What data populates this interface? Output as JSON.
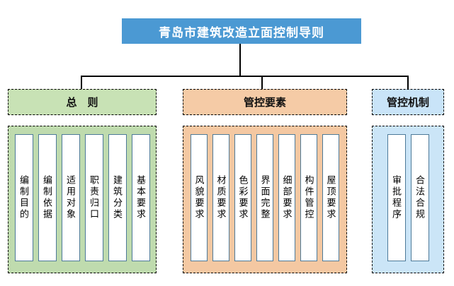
{
  "title": "青岛市建筑改造立面控制导则",
  "colors": {
    "title_bg": "#4B99D3",
    "title_text": "#FFFFFF",
    "general_header_fill": "#C8E2B5",
    "general_panel_fill": "#BFDBAE",
    "elements_header_fill": "#F5CBA6",
    "elements_panel_fill": "#F4C8A2",
    "mechanism_header_fill": "#C9E4F8",
    "mechanism_panel_fill": "#CBE5F7",
    "item_box_border": "#4D7A99",
    "connector_line": "#000000",
    "dashed_border": "#000000"
  },
  "groups": [
    {
      "header": "总　则",
      "items": [
        "编制目的",
        "编制依据",
        "适用对象",
        "职责归口",
        "建筑分类",
        "基本要求"
      ]
    },
    {
      "header": "管控要素",
      "items": [
        "风貌要求",
        "材质要求",
        "色彩要求",
        "界面完整",
        "细部要求",
        "构件管控",
        "屋顶要求"
      ]
    },
    {
      "header": "管控机制",
      "items": [
        "审批程序",
        "合法合规"
      ]
    }
  ]
}
